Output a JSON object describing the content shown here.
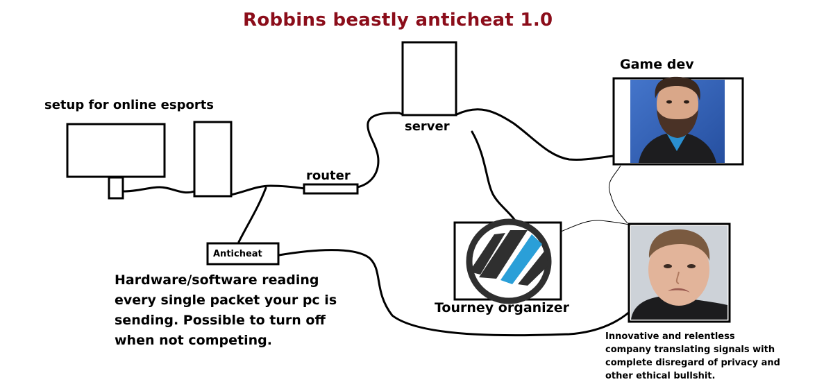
{
  "title": "Robbins beastly anticheat 1.0",
  "labels": {
    "setup": "setup for online esports",
    "router": "router",
    "server": "server",
    "game_dev": "Game dev",
    "anticheat": "Anticheat",
    "tourney_organizer": "Tourney organizer"
  },
  "anticheat_description": [
    "Hardware/software reading",
    "every single packet your pc is",
    "sending. Possible to turn off",
    "when not competing."
  ],
  "company_description": [
    "Innovative and relentless",
    "company translating signals with",
    "complete disregard of privacy and",
    "other ethical bullshit."
  ],
  "colors": {
    "title": "#8b0d1a",
    "logo_blue": "#2a9fd8",
    "logo_dark": "#2f2f2f",
    "photo_bg": "#2e5fb5"
  },
  "icons": {
    "game_dev_photo": "bearded-man-photo",
    "company_photo": "frowning-man-photo",
    "tourney_logo": "striped-circle-logo"
  }
}
